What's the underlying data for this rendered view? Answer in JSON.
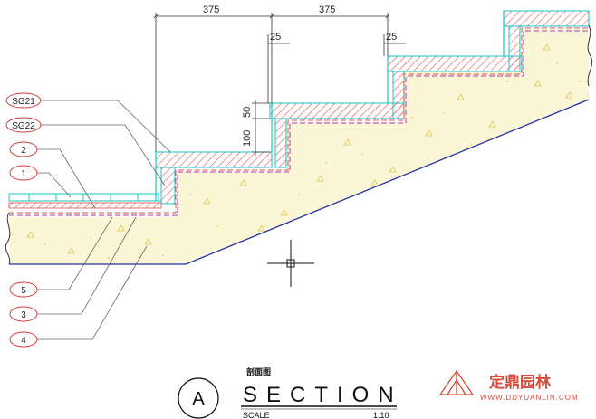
{
  "dimensions": {
    "tread_1": "375",
    "tread_2": "375",
    "nosing_1": "25",
    "nosing_2": "25",
    "thickness_50": "50",
    "thickness_100": "100"
  },
  "tags": {
    "sg21": "SG21",
    "sg22": "SG22",
    "n2": "2",
    "n1": "1",
    "n5": "5",
    "n3": "3",
    "n4": "4"
  },
  "title": {
    "label_cn": "剖面图",
    "main": "SECTION",
    "scale_label": "SCALE",
    "scale_value": "1:10",
    "section_letter": "A"
  },
  "watermark": {
    "name_cn": "定鼎园林",
    "url": "WWW.DDYUANLIN.COM"
  },
  "colors": {
    "outline_cyan": "#19c6c6",
    "hatch_red": "#d9534f",
    "magenta_dash": "#b03ab0",
    "blue_line": "#2030a0",
    "fill_yellow": "#fbf6d6",
    "leader_gray": "#666666",
    "tag_red": "#d83a3a"
  }
}
